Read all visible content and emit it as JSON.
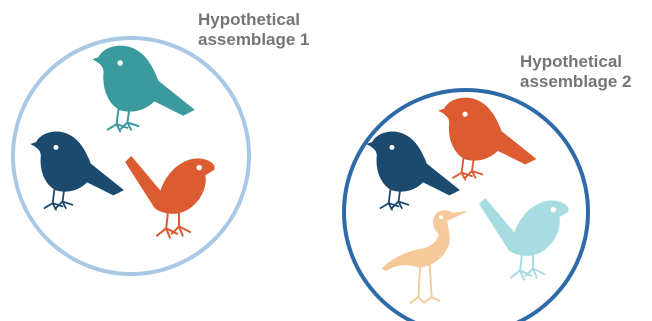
{
  "assemblages": [
    {
      "title_line1": "Hypothetical",
      "title_line2": "assemblage 1",
      "ring_color": "#a8c8e6",
      "birds": [
        {
          "kind": "finch",
          "color": "#3a9a9e",
          "icon": "teal-finch-icon"
        },
        {
          "kind": "finch",
          "color": "#1b4a6e",
          "icon": "navy-finch-icon"
        },
        {
          "kind": "wren",
          "color": "#dd5b30",
          "icon": "orange-wren-icon"
        }
      ]
    },
    {
      "title_line1": "Hypothetical",
      "title_line2": "assemblage 2",
      "ring_color": "#2f6aa8",
      "birds": [
        {
          "kind": "finch",
          "color": "#dd5b30",
          "icon": "orange-finch-icon"
        },
        {
          "kind": "finch",
          "color": "#1b4a6e",
          "icon": "navy-finch-icon"
        },
        {
          "kind": "heron",
          "color": "#f5c99a",
          "icon": "peach-heron-icon"
        },
        {
          "kind": "wren",
          "color": "#a7dce3",
          "icon": "light-blue-wren-icon"
        }
      ]
    }
  ]
}
